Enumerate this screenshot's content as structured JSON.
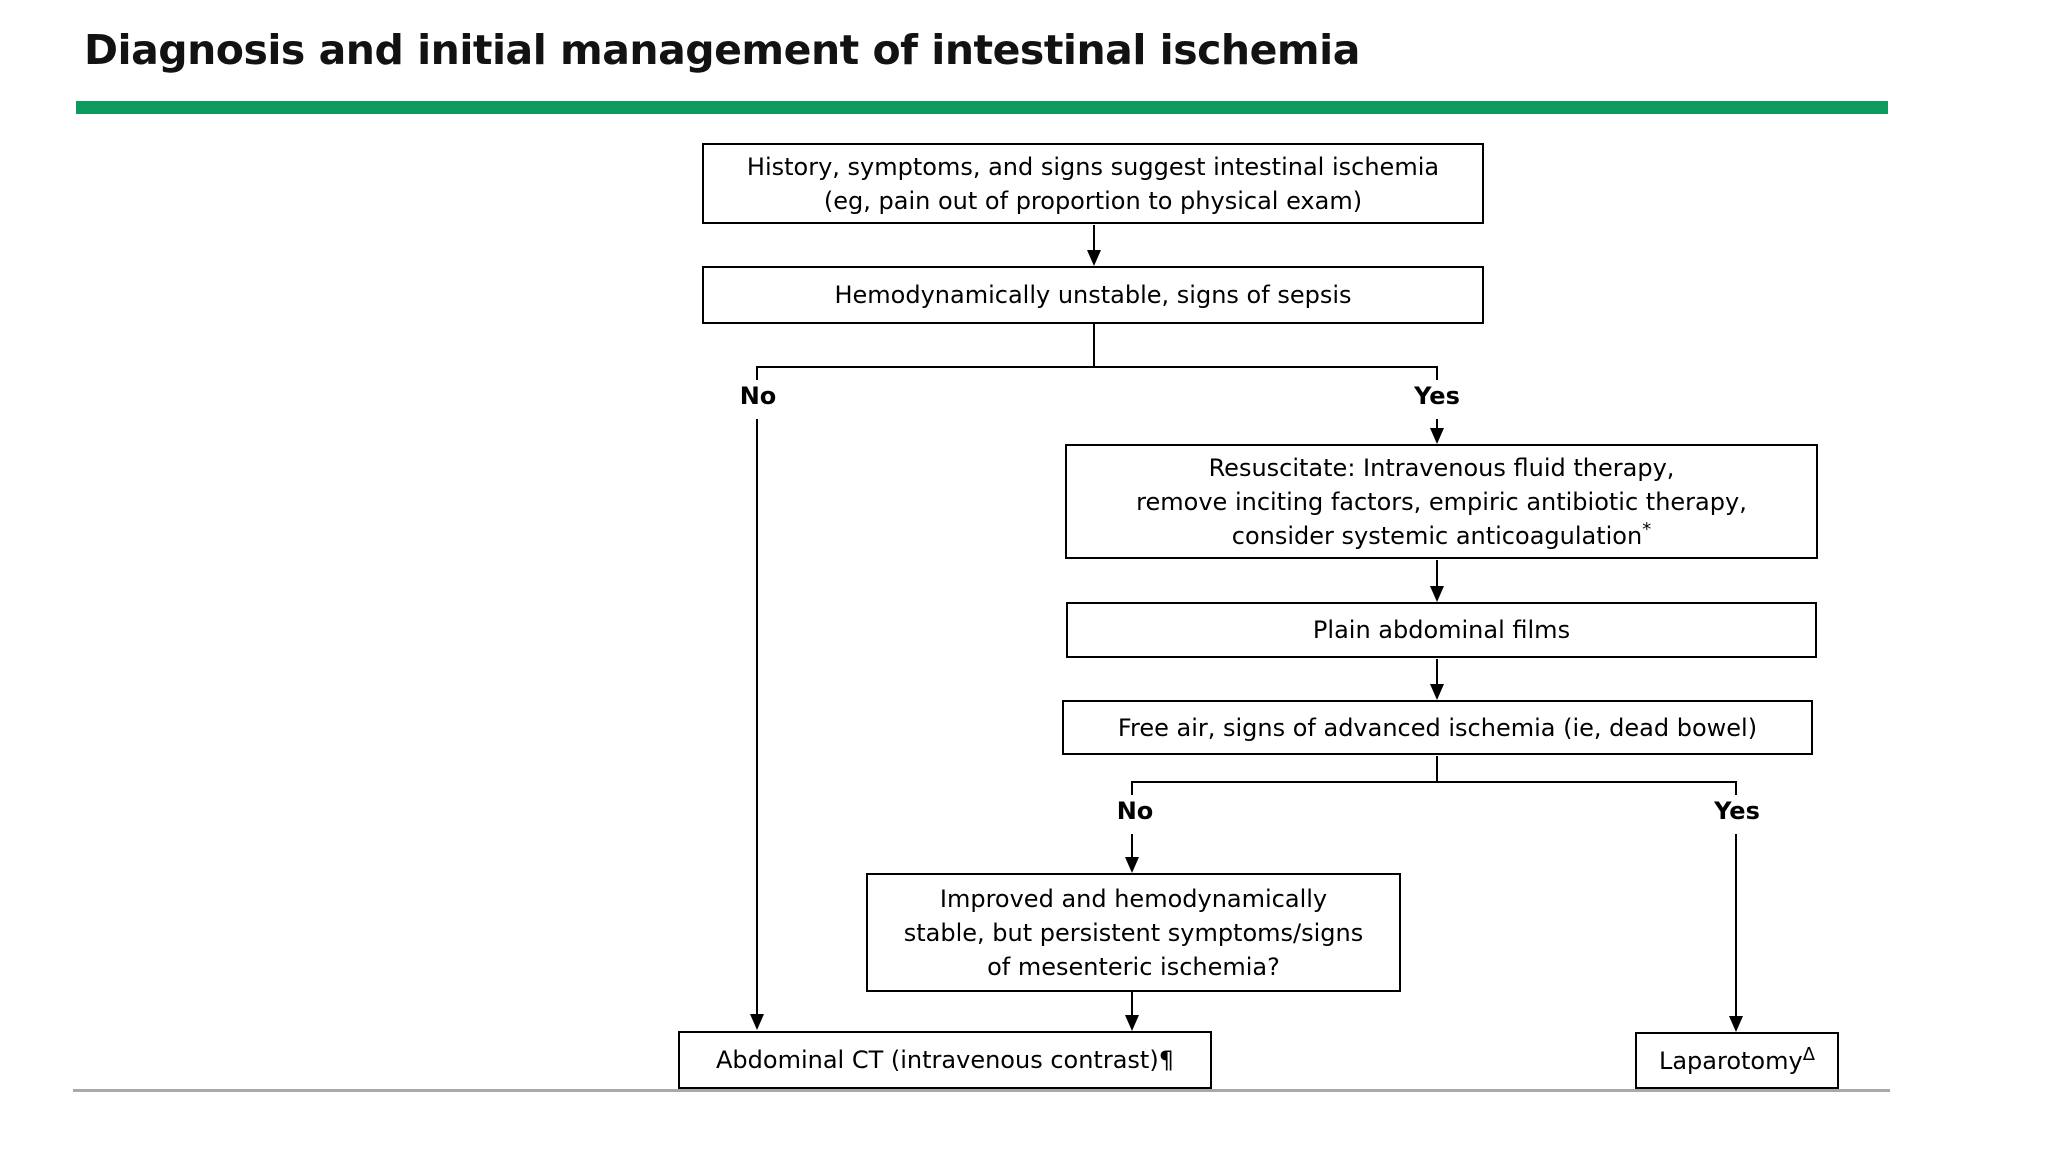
{
  "page": {
    "title": "Diagnosis and initial management of intestinal ischemia",
    "accent_color": "#0d9a5e",
    "divider_color": "#a9a9a9",
    "line_color": "#000000"
  },
  "flowchart": {
    "nodes": {
      "history": {
        "lines": [
          "History, symptoms, and signs suggest intestinal ischemia",
          "(eg, pain out of proportion to physical exam)"
        ]
      },
      "hemodynamics": {
        "text": "Hemodynamically unstable, signs of sepsis"
      },
      "resuscitate": {
        "lines": [
          "Resuscitate: Intravenous fluid therapy,",
          "remove inciting factors, empiric antibiotic therapy,",
          "consider systemic anticoagulation"
        ],
        "footnote_mark": "*"
      },
      "plain_films": {
        "text": "Plain abdominal films"
      },
      "free_air": {
        "text": "Free air, signs of advanced ischemia (ie, dead bowel)"
      },
      "improved": {
        "lines": [
          "Improved and hemodynamically",
          "stable, but persistent symptoms/signs",
          "of mesenteric ischemia?"
        ]
      },
      "abdominal_ct": {
        "text": "Abdominal CT (intravenous contrast)",
        "footnote_mark": "¶"
      },
      "laparotomy": {
        "text": "Laparotomy",
        "footnote_mark": "Δ"
      }
    },
    "branch1": {
      "no": "No",
      "yes": "Yes"
    },
    "branch2": {
      "no": "No",
      "yes": "Yes"
    }
  }
}
